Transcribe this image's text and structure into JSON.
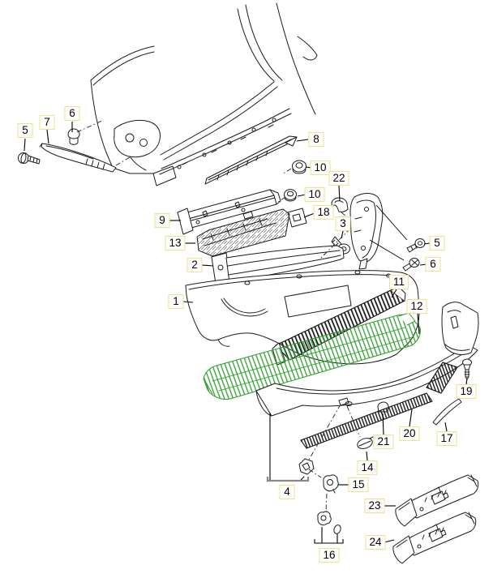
{
  "diagram": {
    "kind": "exploded-parts-diagram",
    "subject": "rear-bumper-assembly",
    "background_color": "#ffffff",
    "line_color": "#1c1c1c",
    "highlight_color": "#2f9e2f",
    "label_style": {
      "border_color": "#ece28f",
      "background": "#ffffff",
      "text_color": "#000000"
    },
    "highlighted_callout_number": "12",
    "callouts": [
      {
        "number": "5"
      },
      {
        "number": "7"
      },
      {
        "number": "6"
      },
      {
        "number": "8"
      },
      {
        "number": "10"
      },
      {
        "number": "22"
      },
      {
        "number": "10"
      },
      {
        "number": "18"
      },
      {
        "number": "9"
      },
      {
        "number": "3"
      },
      {
        "number": "13"
      },
      {
        "number": "5"
      },
      {
        "number": "2"
      },
      {
        "number": "6"
      },
      {
        "number": "1"
      },
      {
        "number": "11"
      },
      {
        "number": "12"
      },
      {
        "number": "19"
      },
      {
        "number": "21"
      },
      {
        "number": "20"
      },
      {
        "number": "17"
      },
      {
        "number": "14"
      },
      {
        "number": "15"
      },
      {
        "number": "4"
      },
      {
        "number": "16"
      },
      {
        "number": "23"
      },
      {
        "number": "24"
      }
    ]
  }
}
